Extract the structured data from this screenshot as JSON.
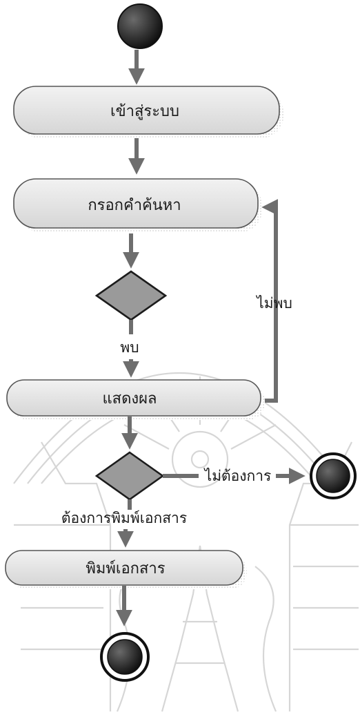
{
  "diagram": {
    "activities": {
      "login": "เข้าสู่ระบบ",
      "search": "กรอกคำค้นหา",
      "show": "แสดงผล",
      "print": "พิมพ์เอกสาร"
    },
    "guards": {
      "found": "พบ",
      "not_found": "ไม่พบ",
      "not_wanted": "ไม่ต้องการ",
      "want_print": "ต้องการพิมพ์เอกสาร"
    }
  },
  "colors": {
    "flow": "#6e6e6e",
    "activity_fill": "#e4e4e4",
    "decision_fill": "#9a9a9a",
    "node_dark": "#1a1a1a",
    "watermark": "#d6d6d6"
  }
}
